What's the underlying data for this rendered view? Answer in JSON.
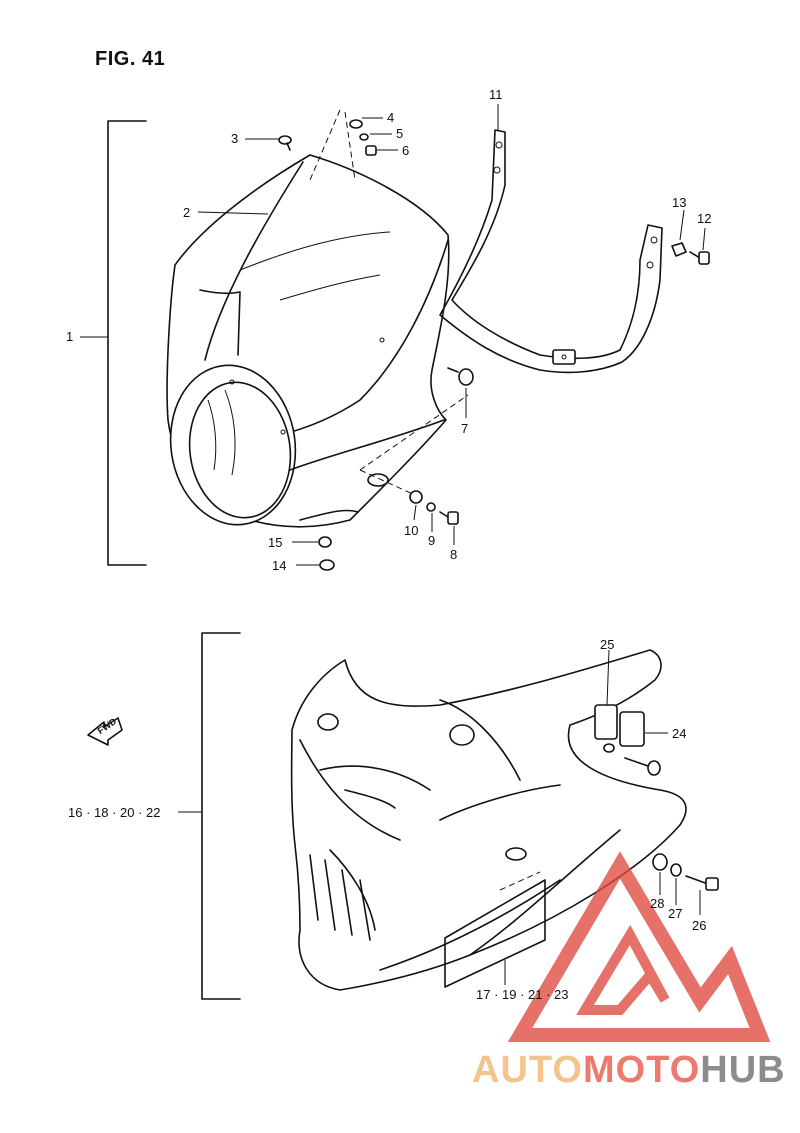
{
  "figure": {
    "title": "FIG. 41"
  },
  "labels": {
    "l1": "1",
    "l2": "2",
    "l3": "3",
    "l4": "4",
    "l5": "5",
    "l6": "6",
    "l7": "7",
    "l8": "8",
    "l9": "9",
    "l10": "10",
    "l11": "11",
    "l12": "12",
    "l13": "13",
    "l14": "14",
    "l15": "15",
    "l16": "16 · 18 · 20 · 22",
    "l17": "17 · 19 · 21 · 23",
    "l24": "24",
    "l25": "25",
    "l26": "26",
    "l27": "27",
    "l28": "28",
    "fwd": "FWD"
  },
  "watermark": {
    "part1": "AUTO",
    "part2": "MOTO",
    "part3": "HUB",
    "colors": {
      "auto": "#f2c48e",
      "moto": "#ec7a6e",
      "hub": "#8c8c8c",
      "triangle": "#e04a3f"
    }
  }
}
